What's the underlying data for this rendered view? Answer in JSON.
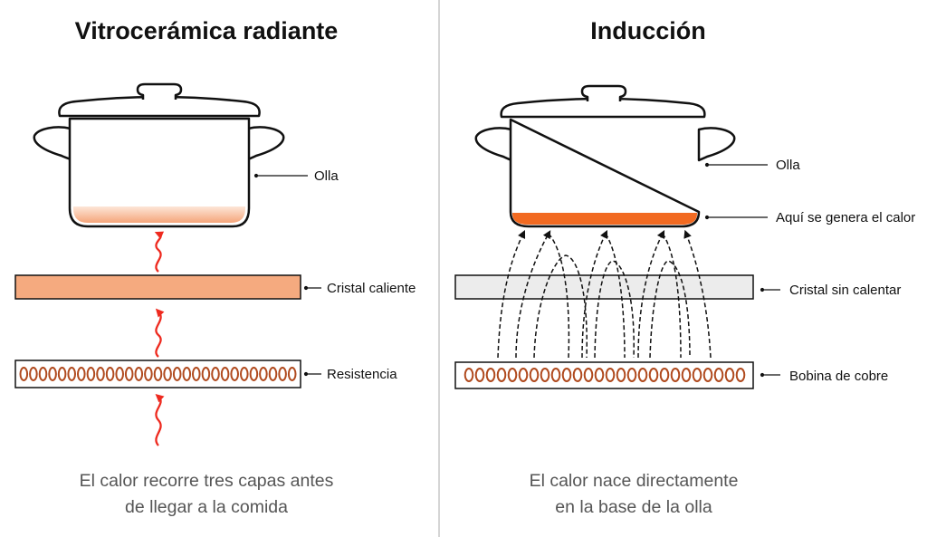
{
  "left_panel": {
    "title": "Vitrocerámica radiante",
    "labels": {
      "pot": "Olla",
      "glass": "Cristal caliente",
      "element": "Resistencia"
    },
    "caption_lines": [
      "El calor recorre tres capas antes",
      "de llegar a la comida"
    ]
  },
  "right_panel": {
    "title": "Inducción",
    "labels": {
      "pot": "Olla",
      "heat_zone": "Aquí se genera el calor",
      "glass": "Cristal sin calentar",
      "coil": "Bobina de cobre"
    },
    "caption_lines": [
      "El calor nace directamente",
      "en la base de la olla"
    ]
  },
  "colors": {
    "hot_glass": "#f5aa7f",
    "cool_glass": "#ececec",
    "heat_band": "#f26a21",
    "heat_arrow": "#ee2a1f",
    "coil": "#b04a1e",
    "outline": "#111111",
    "divider": "#b9b9b9"
  },
  "icons": {
    "heat_arrow": "wavy-arrow-up",
    "magnetic_field": "dashed-arc-arrow"
  }
}
